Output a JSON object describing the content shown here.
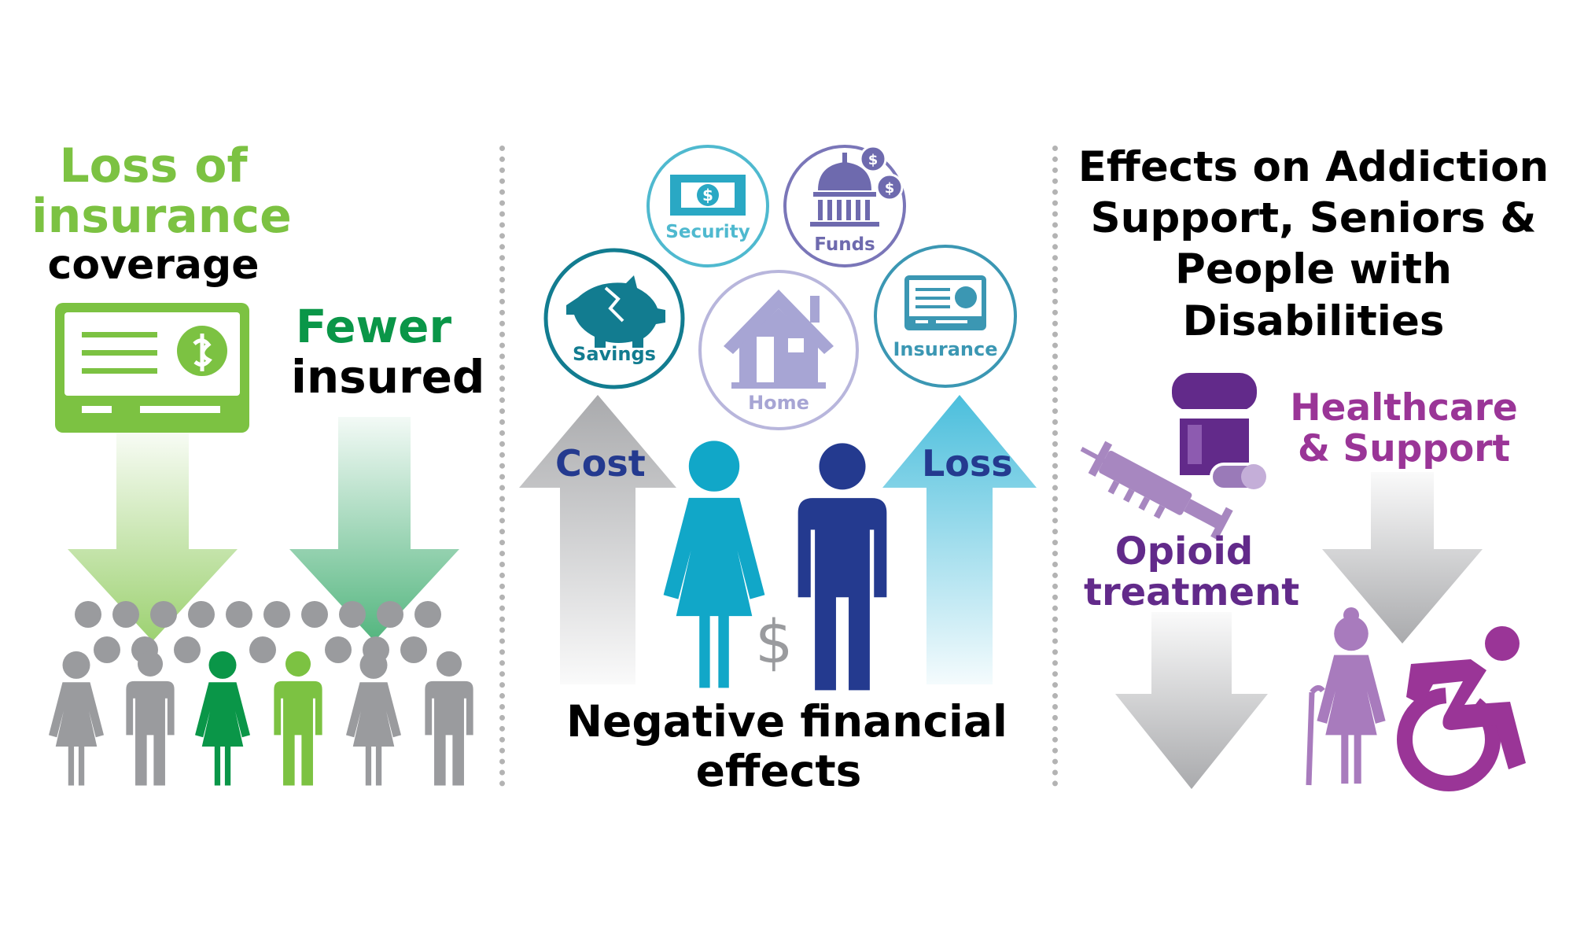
{
  "colors": {
    "light_green": "#7cc242",
    "green": "#0a9648",
    "gray": "#9a9b9e",
    "teal": "#0b9dc2",
    "navy": "#243a8f",
    "lavender": "#a7a5d4",
    "purple": "#622a8a",
    "magenta": "#9a3597",
    "light_purple": "#a87bbd"
  },
  "left_panel": {
    "title_line1": "Loss of",
    "title_line2": "insurance",
    "title_line3": "coverage",
    "fewer_line1": "Fewer",
    "fewer_line2": "insured"
  },
  "middle_panel": {
    "circles": [
      {
        "label": "Security",
        "icon": "money-bill-icon"
      },
      {
        "label": "Funds",
        "icon": "capitol-building-icon"
      },
      {
        "label": "Savings",
        "icon": "broken-piggy-bank-icon"
      },
      {
        "label": "Home",
        "icon": "house-icon"
      },
      {
        "label": "Insurance",
        "icon": "insurance-card-icon"
      }
    ],
    "cost_label": "Cost",
    "loss_label": "Loss",
    "dollar_sign": "$",
    "caption_line1": "Negative financial",
    "caption_line2": "effects"
  },
  "right_panel": {
    "title_line1": "Effects on Addiction",
    "title_line2": "Support, Seniors &",
    "title_line3": "People with",
    "title_line4": "Disabilities",
    "healthcare_line1": "Healthcare",
    "healthcare_line2": "& Support",
    "opioid_line1": "Opioid",
    "opioid_line2": "treatment"
  }
}
